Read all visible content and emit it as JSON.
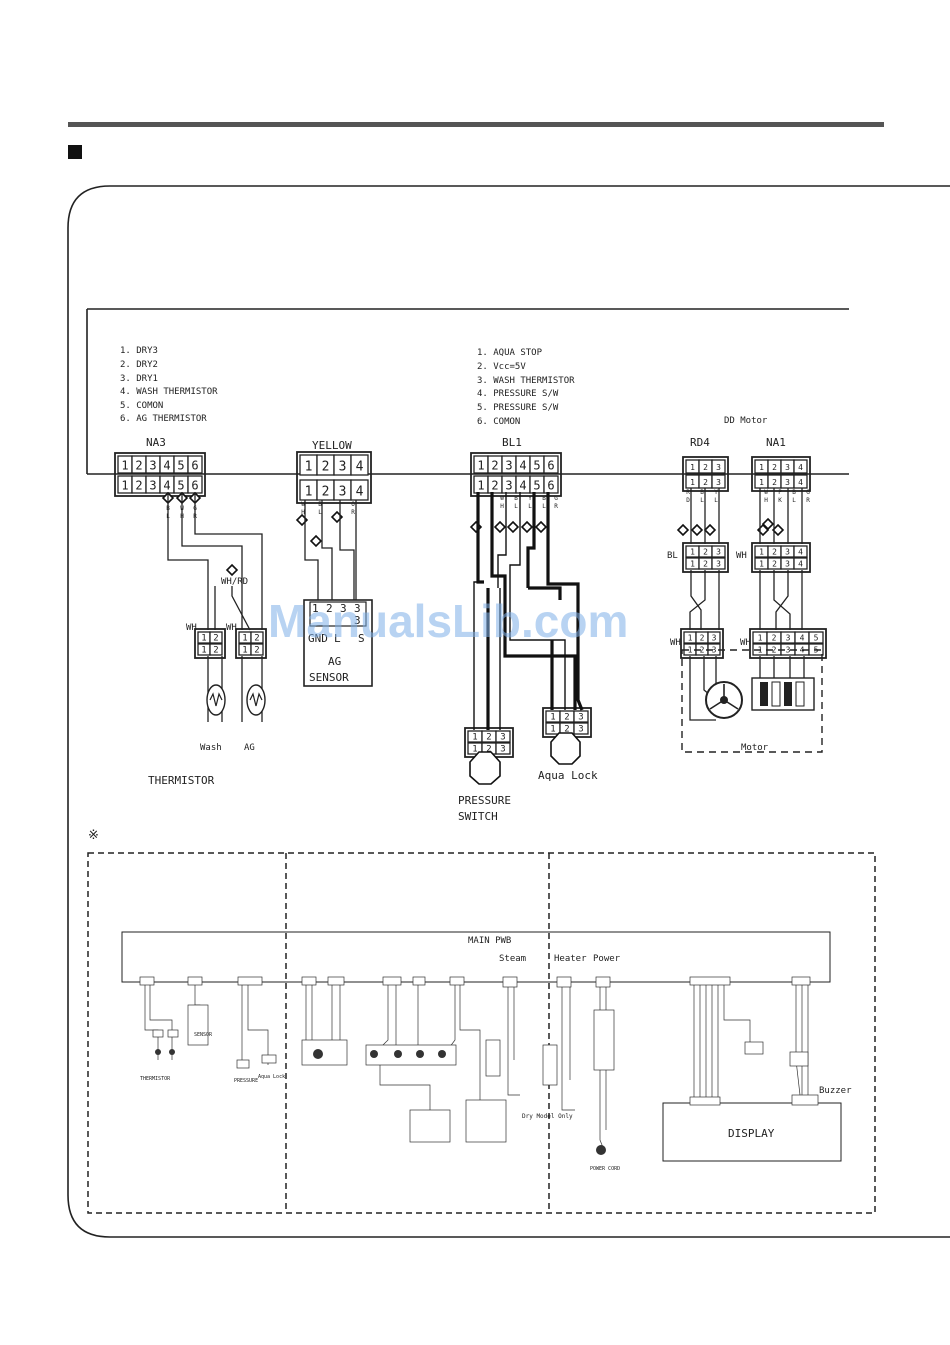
{
  "legend_left": [
    "1. DRY3",
    "2. DRY2",
    "3. DRY1",
    "4. WASH THERMISTOR",
    "5. COMON",
    "6. AG THERMISTOR"
  ],
  "legend_mid": [
    "1. AQUA STOP",
    "2. Vcc=5V",
    "3. WASH THERMISTOR",
    "4. PRESSURE S/W",
    "5. PRESSURE S/W",
    "6. COMON"
  ],
  "connectors": {
    "na3": "NA3",
    "yellow": "YELLOW",
    "bl1": "BL1",
    "rd4": "RD4",
    "na1": "NA1",
    "dd_motor": "DD Motor"
  },
  "pins6": [
    "1",
    "2",
    "3",
    "4",
    "5",
    "6"
  ],
  "pins4": [
    "1",
    "2",
    "3",
    "4"
  ],
  "pins3": [
    "1",
    "2",
    "3"
  ],
  "pins2": [
    "1",
    "2"
  ],
  "wire_codes": {
    "na3": [
      "B\nL",
      "W\nH",
      "G\nR"
    ],
    "yellow": [
      "W\nH",
      "B\nL",
      "O\nR"
    ],
    "bl1": [
      "W\nH",
      "B\nL",
      "Y\nL",
      "B\nL",
      "G\nR"
    ],
    "rd4": [
      "R\nD",
      "B\nL",
      "Y\nL"
    ],
    "na1": [
      "W\nH",
      "P\nK",
      "B\nL",
      "G\nR"
    ],
    "whrd": "WH/RD",
    "wh": "WH",
    "bl": "BL",
    "wh2": "WH"
  },
  "ag_sensor": {
    "pins": [
      "1",
      "2",
      "3",
      "3",
      "3"
    ],
    "gnd": "GND",
    "l": "L",
    "s": "S",
    "label": [
      "AG",
      "SENSOR"
    ]
  },
  "thermistor": {
    "wash": "Wash",
    "ag": "AG",
    "title": "THERMISTOR"
  },
  "pressure_switch": [
    "PRESSURE",
    "SWITCH"
  ],
  "aqua_lock": "Aqua Lock",
  "motor_label": "Motor",
  "note_mark": "※",
  "overview": {
    "main_pwb": "MAIN PWB",
    "steam": "Steam",
    "heater": "Heater",
    "power": "Power",
    "buzzer": "Buzzer",
    "display": "DISPLAY",
    "dry_model": "Dry Model Only",
    "power_cord": "POWER CORD"
  },
  "watermark": "ManualsLib.com"
}
